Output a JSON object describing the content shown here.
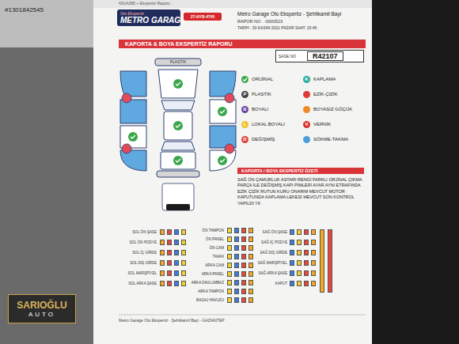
{
  "diagram": {
    "nodes": [
      {
        "text": [
          "Oto Ekspertiz",
          "METRO GARAGE"
        ]
      },
      {
        "text": [
          "27-HYB-4745"
        ]
      },
      {
        "text": [
          "KAPORTA & BOYA EKSPERTİZ RAPORU"
        ]
      },
      {
        "text": [
          "ŞASE NO",
          "R42107"
        ]
      },
      {
        "text": [
          "KAPORTA / BOYA EKSPERTİZ ÖZETİ"
        ]
      },
      {
        "text": [
          "SARIOĞLU",
          "AUTO"
        ]
      }
    ],
    "labels": [
      "#1301842545",
      "Metro Garage Oto Ekspertiz - Şehitkamil Bayi",
      "RAPOR NO : -0000523",
      "TARİH : 30 KASIM 2021 PAZAR SAAT: 15:46",
      "PLASTİK",
      "SAĞ ÖN ÇAMURLUK ASTARI RENGİ FARKLI ORJİNAL ÇIKMA PARÇA İLE DEĞİŞMİŞ KAPI PİMLERİ AYAR AYNI ETRAFINDA EZİK ÇİZİK RUTUN KURU ONARIM MEVCUT MOTOR KAPUTUNDA KAPLAMA LEKESİ MEVCUT SON KONTROL YAPILDI YK",
      "SOL ÖN ŞASE",
      "SOL ÖN PODYE",
      "SOL İÇ GİRDE",
      "SOL DIŞ GİRDE",
      "SOL MARŞPİYEL",
      "SOL ARKA ŞASE",
      "ÖN TAMPON",
      "ÖN PANEL",
      "ÖN CAM",
      "TAVAN",
      "ARKA CAM",
      "ARKA PANEL",
      "ARKA DAVLUMBAZ",
      "ARKA TAMPON",
      "BAGAJ HAVUZU",
      "SAĞ ÖN ŞASE",
      "SAĞ İÇ PODYE",
      "SAĞ DIŞ GİRDE",
      "SAĞ MARŞPİYEL",
      "SAĞ ARKA ŞASE",
      "KAPUT",
      "Metro Garage Oto Ekspertiz - Şehitkamil Bayi - GAZİANTEP",
      "K",
      "P",
      "B",
      "L",
      "V",
      "D",
      "43UA395 + Ekspertiz Raporu"
    ],
    "legend": [
      {
        "text": "ORİJİNAL",
        "color": "#3aa64a"
      },
      {
        "text": "KAPLAMA",
        "color": "#2aa9a0"
      },
      {
        "text": "PLASTİK",
        "color": "#444444"
      },
      {
        "text": "EZİK-ÇİZİK",
        "color": "#e03a3a"
      },
      {
        "text": "BOYALI",
        "color": "#6b3fa0"
      },
      {
        "text": "BOYASIZ GÖÇÜK",
        "color": "#f08a24"
      },
      {
        "text": "LOKAL BOYALI",
        "color": "#f2c32e"
      },
      {
        "text": "VERNİK",
        "color": "#d8342e"
      },
      {
        "text": "DEĞİŞMİŞ",
        "color": "#e0413a"
      },
      {
        "text": "SÖKME-TAKMA",
        "color": "#4a9fd8"
      }
    ]
  }
}
